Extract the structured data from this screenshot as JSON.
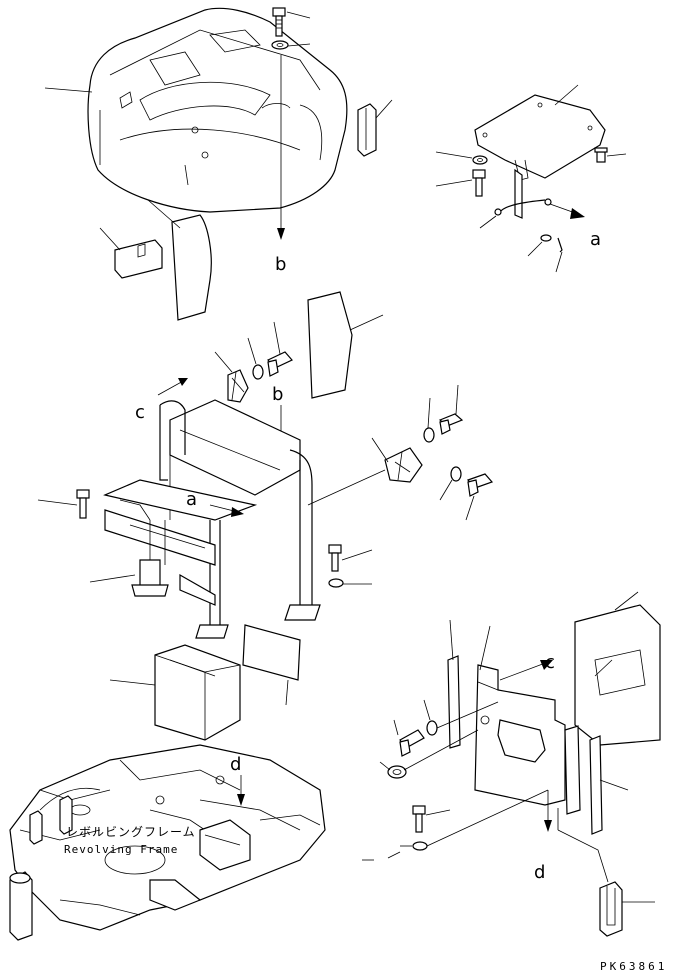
{
  "labels": {
    "a_upper": "a",
    "a_mid": "a",
    "b_upper": "b",
    "b_mid": "b",
    "c_left": "c",
    "c_right": "c",
    "d_lower": "d",
    "d_right": "d"
  },
  "revolving_frame": {
    "jp": "レボルビングフレーム",
    "en": "Revolving Frame"
  },
  "drawing_code": "PK63861"
}
